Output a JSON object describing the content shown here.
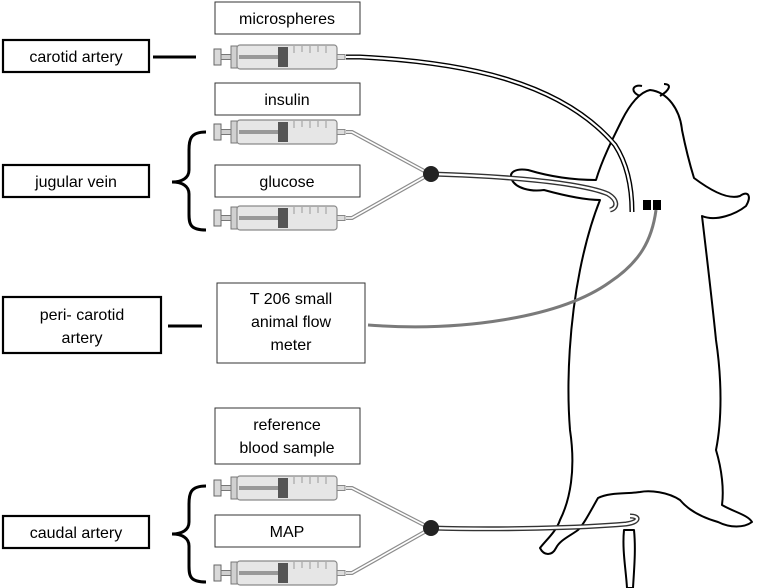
{
  "sites": {
    "carotid": "carotid artery",
    "jugular": "jugular vein",
    "peri_line1": "peri- carotid",
    "peri_line2": "artery",
    "caudal": "caudal artery"
  },
  "infusions": {
    "microspheres": "microspheres",
    "insulin": "insulin",
    "glucose": "glucose",
    "reference_line1": "reference",
    "reference_line2": "blood sample",
    "map": "MAP"
  },
  "flow_meter": {
    "line1": "T 206 small",
    "line2": "animal flow",
    "line3": "meter"
  },
  "colors": {
    "syringe_body": "#e6e6e6",
    "plunger_dark": "#555555",
    "tube": "#8c8c8c",
    "flow_cable": "#7a7a7a",
    "junction": "#222222",
    "probe": "#000000"
  }
}
